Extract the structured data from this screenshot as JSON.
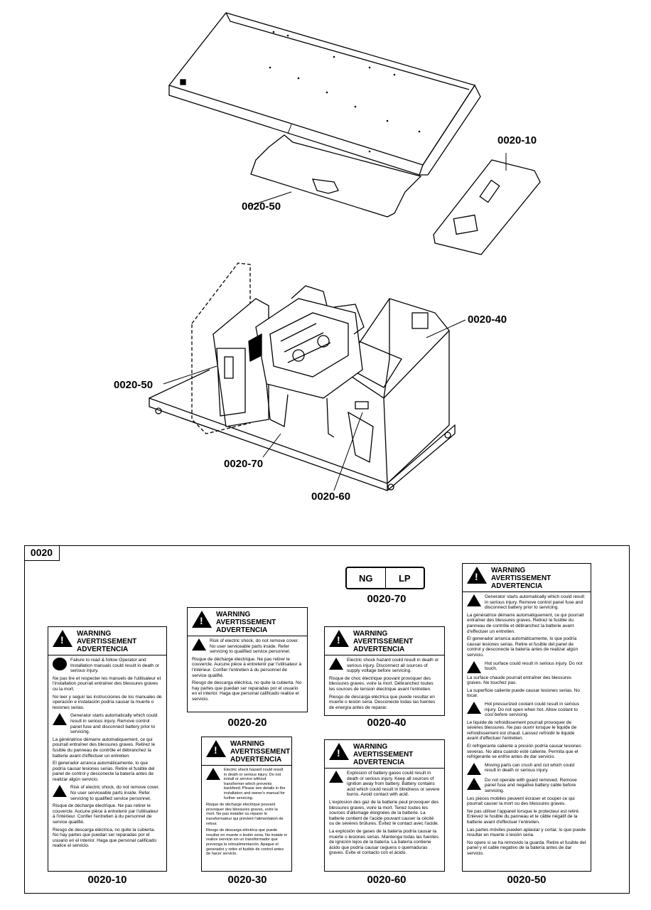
{
  "callouts": {
    "c10": "0020-10",
    "c50_top": "0020-50",
    "c40": "0020-40",
    "c50_mid": "0020-50",
    "c70": "0020-70",
    "c60": "0020-60"
  },
  "frame_tag": "0020",
  "nglp": {
    "left": "NG",
    "right": "LP"
  },
  "captions": {
    "d10": "0020-10",
    "d20": "0020-20",
    "d30": "0020-30",
    "d40": "0020-40",
    "d50": "0020-50",
    "d60": "0020-60",
    "d70": "0020-70"
  },
  "heading": {
    "l1": "WARNING",
    "l2": "AVERTISSEMENT",
    "l3": "ADVERTENCIA"
  },
  "d10": {
    "s1": "Failure to read & follow Operator and Installation manuals could result in death or serious injury.",
    "p1": "Ne pas lire et respecter les manuels de l'utilisateur et l'installation pourrait entraîner des blessures graves ou la mort.",
    "p2": "No leer y seguir las instrucciones de los manuales de operación e instalación podría causar la muerte o lesiones serias.",
    "s2": "Generator starts automatically which could result in serious injury. Remove control panel fuse and disconnect battery prior to servicing.",
    "p3": "La génératrice démarre automatiquement, ce qui pourrait entraîner des blessures graves. Retirez le fusible du panneau de contrôle et débranchez la batterie avant d'effectuer un entretien.",
    "p4": "El generador arranca automáticamente, lo que podría causar lesiones serias. Retire el fusible del panel de control y desconecte la batería antes de realizar algún servicio.",
    "s3": "Risk of electric shock, do not remove cover. No user serviceable parts inside. Refer servicing to qualified service personnel.",
    "p5": "Risque de décharge électrique. Ne pas retirer le couvercle. Aucune pièce à entretenir par l'utilisateur à l'intérieur. Confier l'entretien à du personnel de service qualifié.",
    "p6": "Riesgo de descarga eléctrica, no quite la cubierta. No hay partes que puedan ser reparadas por el usuario en el interior. Haga que personal calificado realice el servicio."
  },
  "d20": {
    "s1": "Risk of electric shock, do not remove cover. No user serviceable parts inside. Refer servicing to qualified service personnel.",
    "p1": "Risque de décharge électrique. Ne pas retirer le couvercle. Aucune pièce à entretenir par l'utilisateur à l'intérieur. Confier l'entretien à du personnel de service qualifié.",
    "p2": "Riesgo de descarga eléctrica, no quite la cubierta. No hay partes que puedan ser reparadas por el usuario en el interior. Haga que personal calificado realice el servicio."
  },
  "d30": {
    "s1": "Electric shock hazard could result in death or serious injury. Do not install or service without transformer which prevents backfeed. Please see details in the installation and owner's manual for further servicing.",
    "p1": "Risque de décharge électrique pouvant provoquer des blessures graves, voire la mort. Ne pas installer ou réparer le transformateur qui prévient l'alimentation de retour.",
    "p2": "Riesgo de descarga eléctrica que puede resultar en muerte o lesión seria. No instale ni realice servicio sin un transformador que prevenga la retroalimentación. Apague el generador y retire el fusible de control antes de hacer servicio."
  },
  "d40": {
    "s1": "Electric shock hazard could result in death or serious injury. Disconnect all sources of supply voltage before servicing.",
    "p1": "Risque de choc électrique pouvant provoquer des blessures graves, voire la mort. Débranchez toutes les sources de tension électrique avant l'entretien.",
    "p2": "Riesgo de descarga eléctrica que puede resultar en muerte o lesión seria. Desconecte todas las fuentes de energía antes de reparar."
  },
  "d50": {
    "s1": "Generator starts automatically which could result in serious injury. Remove control panel fuse and disconnect battery prior to servicing.",
    "p1": "La génératrice démarre automatiquement, ce qui pourrait entraîner des blessures graves. Retirez le fusible du panneau de contrôle et débranchez la batterie avant d'effectuer un entretien.",
    "p2": "El generador arranca automáticamente, lo que podría causar lesiones serias. Retire el fusible del panel de control y desconecte la batería antes de realizar algún servicio.",
    "s2": "Hot surface could result in serious injury. Do not touch.",
    "p3": "La surface chaude pourrait entraîner des blessures graves. Ne touchez pas.",
    "p4": "La superficie caliente puede causar lesiones serias. No tocar.",
    "s3": "Hot pressurized coolant could result in serious injury. Do not open when hot. Allow coolant to cool before servicing.",
    "p5": "Le liquide de refroidissement pourrait provoquer de sévères blessures. Ne pas ouvrir lorsque le liquide de refroidissement est chaud. Laissez refroidir le liquide avant d'effectuer l'entretien.",
    "p6": "El refrigerante caliente a presión podría causar lesiones severas. No abra cuando esté caliente. Permita que el refrigerante se enfríe antes de dar servicio.",
    "s4": "Moving parts can crush and cut which could result in death or serious injury.",
    "s5": "Do not operate with guard removed. Remove panel fuse and negative battery cable before servicing.",
    "p7": "Les pièces mobiles peuvent écraser et couper ce qui pourrait causer la mort ou des blessures graves.",
    "p8": "Ne pas utiliser l'appareil lorsque le protecteur est retiré. Enlevez le fusible du panneau et le câble négatif de la batterie avant d'effectuer l'entretien.",
    "p9": "Las partes móviles pueden aplastar y cortar, lo que puede resultar en muerte o lesión seria.",
    "p10": "No opere si se ha removido la guarda. Retire el fusible del panel y el cable negativo de la batería antes de dar servicio."
  },
  "d60": {
    "s1": "Explosion of battery gases could result in death or serious injury. Keep all sources of ignition away from battery. Battery contains acid which could result in blindness or severe burns. Avoid contact with acid.",
    "p1": "L'explosion des gaz de la batterie peut provoquer des blessures graves, voire la mort. Tenez toutes les sources d'allumage éloignées de la batterie. La batterie contient de l'acide pouvant causer la cécité ou de sévères brûlures. Évitez le contact avec l'acide.",
    "p2": "La explosión de gases de la batería podría causar la muerte o lesiones serias. Mantenga todas las fuentes de ignición lejos de la batería. La batería contiene ácido que podría causar ceguera o quemaduras graves. Evite el contacto con el ácido."
  }
}
